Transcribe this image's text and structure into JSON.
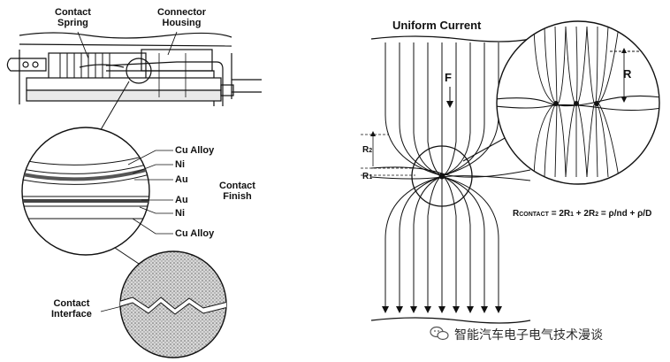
{
  "left_panel": {
    "contact_spring": "Contact\nSpring",
    "connector_housing": "Connector\nHousing",
    "layers": [
      "Cu Alloy",
      "Ni",
      "Au",
      "Au",
      "Ni",
      "Cu Alloy"
    ],
    "contact_finish": "Contact\nFinish",
    "contact_interface": "Contact\nInterface"
  },
  "right_panel": {
    "uniform_current": "Uniform Current",
    "force_label": "F",
    "r_label": "R",
    "r2_label": "R",
    "r2_sub": "2",
    "r1_label": "R",
    "r1_sub": "1",
    "formula_prefix": "R",
    "formula_sub": "CONTACT",
    "formula_rest": " = 2R",
    "formula_sub1": "1",
    "formula_mid": " + 2R",
    "formula_sub2": "2",
    "formula_end": " = ρ/nd + ρ/D"
  },
  "watermark": {
    "text": "智能汽车电子电气技术漫谈",
    "icon": "wechat-icon"
  }
}
